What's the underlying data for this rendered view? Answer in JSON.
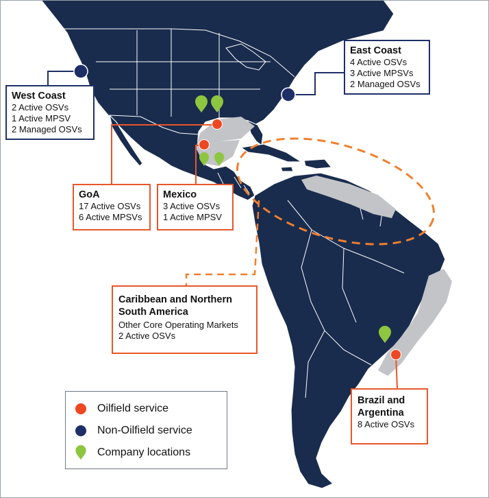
{
  "colors": {
    "land": "#192c4e",
    "zone": "#c2c4c7",
    "oilfield": "#ee4823",
    "non_oilfield": "#1e2f67",
    "company": "#8ec63f",
    "navy_border": "#1e2f67",
    "orange_border": "#e8562a"
  },
  "regions": {
    "west_coast": {
      "title": "West Coast",
      "lines": [
        "2 Active OSVs",
        "1 Active MPSV",
        "2 Managed OSVs"
      ]
    },
    "east_coast": {
      "title": "East Coast",
      "lines": [
        "4 Active OSVs",
        "3 Active MPSVs",
        "2 Managed OSVs"
      ]
    },
    "goa": {
      "title": "GoA",
      "lines": [
        "17 Active OSVs",
        "6 Active MPSVs"
      ]
    },
    "mexico": {
      "title": "Mexico",
      "lines": [
        "3 Active OSVs",
        "1 Active MPSV"
      ]
    },
    "caribbean": {
      "title": "Caribbean and Northern South America",
      "lines": [
        "Other Core Operating Markets",
        "2 Active OSVs"
      ]
    },
    "brazil": {
      "title": "Brazil and Argentina",
      "lines": [
        "8 Active OSVs"
      ]
    }
  },
  "legend": {
    "items": [
      {
        "label": "Oilfield service",
        "marker": "orange-dot"
      },
      {
        "label": "Non-Oilfield service",
        "marker": "navy-dot"
      },
      {
        "label": "Company locations",
        "marker": "green-pin"
      }
    ]
  }
}
